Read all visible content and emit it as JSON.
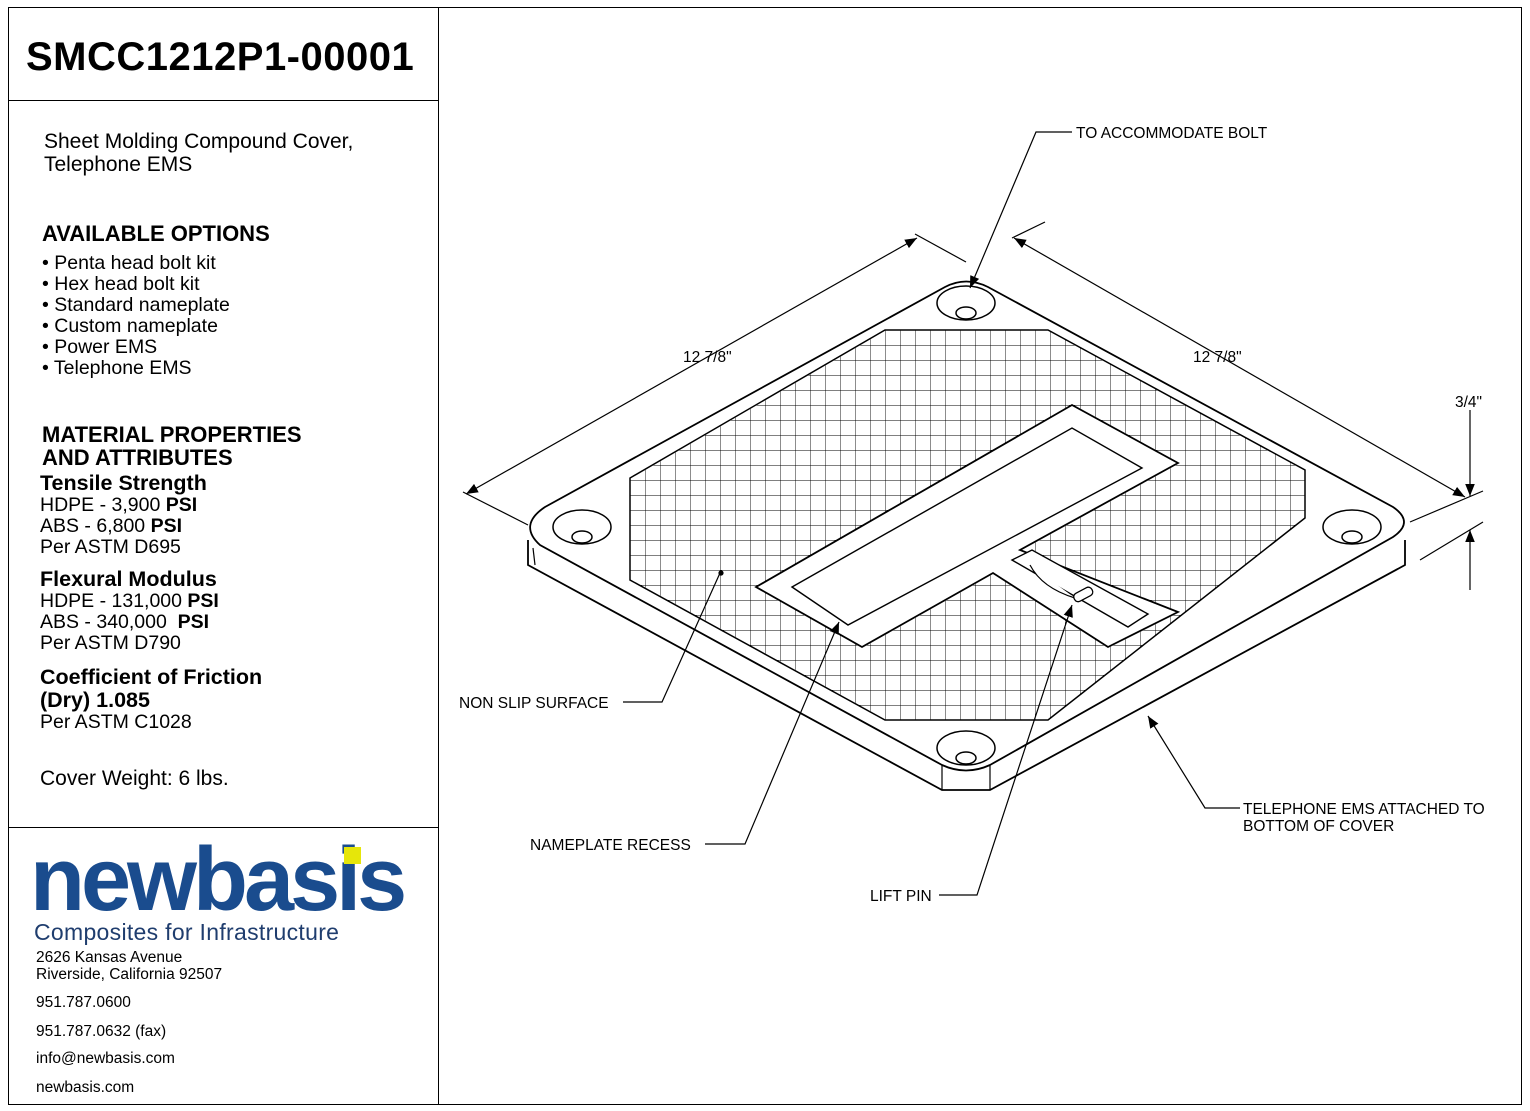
{
  "part_number": "SMCC1212P1-00001",
  "description": [
    "Sheet Molding Compound Cover,",
    "Telephone EMS"
  ],
  "options": {
    "heading": "AVAILABLE OPTIONS",
    "items": [
      "• Penta head bolt kit",
      "• Hex head bolt kit",
      "• Standard nameplate",
      "• Custom nameplate",
      "• Power EMS",
      "• Telephone EMS"
    ]
  },
  "material": {
    "heading_1": "MATERIAL PROPERTIES",
    "heading_2": "AND ATTRIBUTES",
    "tensile": {
      "title": "Tensile Strength",
      "hdpe": "HDPE - 3,900 ",
      "abs": "ABS - 6,800 ",
      "unit": "PSI",
      "astm": "Per ASTM D695"
    },
    "flexural": {
      "title": "Flexural Modulus",
      "hdpe": "HDPE - 131,000 ",
      "abs": "ABS - 340,000  ",
      "unit": "PSI",
      "astm": "Per ASTM D790"
    },
    "friction": {
      "title_1": "Coefficient of Friction",
      "title_2": "(Dry) 1.085",
      "astm": "Per ASTM C1028"
    },
    "weight": "Cover Weight:  6 lbs."
  },
  "company": {
    "logo_text": "newbasis",
    "tagline": "Composites for Infrastructure",
    "address_1": "2626 Kansas Avenue",
    "address_2": "Riverside, California  92507",
    "phone": "951.787.0600",
    "fax": "951.787.0632 (fax)",
    "email": "info@newbasis.com",
    "web": "newbasis.com",
    "colors": {
      "logo_blue": "#1a4c8e",
      "logo_square": "#e6e60a"
    }
  },
  "drawing": {
    "callouts": {
      "bolt": "TO ACCOMMODATE BOLT",
      "dim_left": "12 7/8\"",
      "dim_right": "12 7/8\"",
      "dim_thickness": "3/4\"",
      "non_slip": "NON SLIP SURFACE",
      "nameplate": "NAMEPLATE RECESS",
      "lift_pin": "LIFT PIN",
      "ems_1": "TELEPHONE EMS ATTACHED TO",
      "ems_2": "BOTTOM OF COVER"
    }
  }
}
